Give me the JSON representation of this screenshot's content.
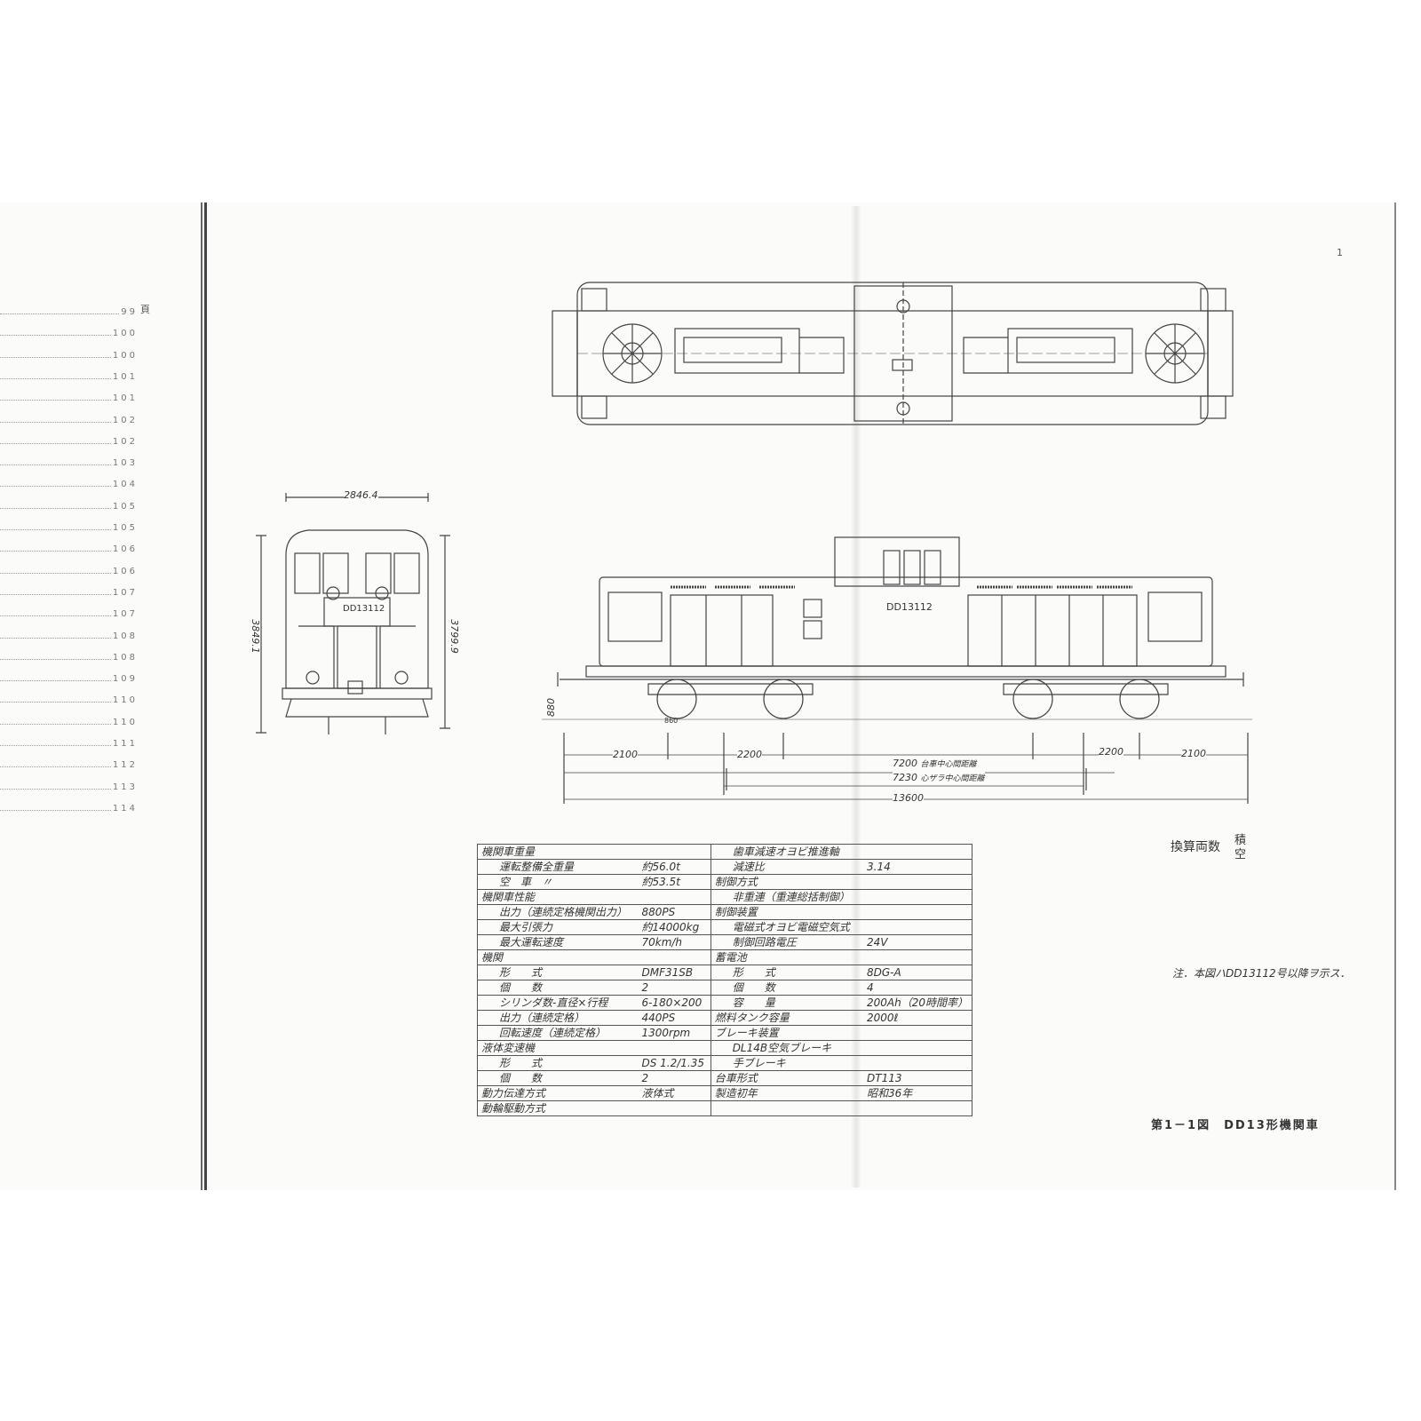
{
  "toc": {
    "unit": "頁",
    "pages": [
      "99",
      "100",
      "100",
      "101",
      "101",
      "102",
      "102",
      "103",
      "104",
      "105",
      "105",
      "106",
      "106",
      "107",
      "107",
      "108",
      "108",
      "109",
      "110",
      "110",
      "111",
      "112",
      "113",
      "114"
    ]
  },
  "page_number": "1",
  "drawing": {
    "front_width": "2846.4",
    "front_height_left": "3849.1",
    "front_height_right": "3799.9",
    "plate_number": "DD13112",
    "wheel_label": "860",
    "side": {
      "rail_height": "880",
      "d1": "2100",
      "d2": "2200",
      "d3": "2200",
      "d4": "2100",
      "bogie_center": "7200",
      "bogie_center_label": "台車中心間距離",
      "pivot_center": "7230",
      "pivot_center_label": "心ザラ中心間距離",
      "total": "13600"
    }
  },
  "spec_table": {
    "rows": [
      {
        "l_label": "機関車重量",
        "l_value": "",
        "l_indent": false,
        "r_label": "歯車減速オヨビ推進軸",
        "r_value": "",
        "r_indent": true
      },
      {
        "l_label": "運転整備全重量",
        "l_value": "約56.0t",
        "l_indent": true,
        "r_label": "減速比",
        "r_value": "3.14",
        "r_indent": true
      },
      {
        "l_label": "空　車　〃",
        "l_value": "約53.5t",
        "l_indent": true,
        "r_label": "制御方式",
        "r_value": "",
        "r_indent": false
      },
      {
        "l_label": "機関車性能",
        "l_value": "",
        "l_indent": false,
        "r_label": "非重連（重連総括制御）",
        "r_value": "",
        "r_indent": true
      },
      {
        "l_label": "出力（連続定格機関出力）",
        "l_value": "880PS",
        "l_indent": true,
        "r_label": "制御装置",
        "r_value": "",
        "r_indent": false
      },
      {
        "l_label": "最大引張力",
        "l_value": "約14000kg",
        "l_indent": true,
        "r_label": "電磁式オヨビ電磁空気式",
        "r_value": "",
        "r_indent": true
      },
      {
        "l_label": "最大運転速度",
        "l_value": "70km/h",
        "l_indent": true,
        "r_label": "制御回路電圧",
        "r_value": "24V",
        "r_indent": true
      },
      {
        "l_label": "機関",
        "l_value": "",
        "l_indent": false,
        "r_label": "蓄電池",
        "r_value": "",
        "r_indent": false
      },
      {
        "l_label": "形　　式",
        "l_value": "DMF31SB",
        "l_indent": true,
        "r_label": "形　　式",
        "r_value": "8DG-A",
        "r_indent": true
      },
      {
        "l_label": "個　　数",
        "l_value": "2",
        "l_indent": true,
        "r_label": "個　　数",
        "r_value": "4",
        "r_indent": true
      },
      {
        "l_label": "シリンダ数-直径×行程",
        "l_value": "6-180×200",
        "l_indent": true,
        "r_label": "容　　量",
        "r_value": "200Ah（20時間率）",
        "r_indent": true
      },
      {
        "l_label": "出力（連続定格）",
        "l_value": "440PS",
        "l_indent": true,
        "r_label": "燃料タンク容量",
        "r_value": "2000ℓ",
        "r_indent": false
      },
      {
        "l_label": "回転速度（連続定格）",
        "l_value": "1300rpm",
        "l_indent": true,
        "r_label": "ブレーキ装置",
        "r_value": "",
        "r_indent": false
      },
      {
        "l_label": "液体変速機",
        "l_value": "",
        "l_indent": false,
        "r_label": "DL14B空気ブレーキ",
        "r_value": "",
        "r_indent": true
      },
      {
        "l_label": "形　　式",
        "l_value": "DS 1.2/1.35",
        "l_indent": true,
        "r_label": "手ブレーキ",
        "r_value": "",
        "r_indent": true
      },
      {
        "l_label": "個　　数",
        "l_value": "2",
        "l_indent": true,
        "r_label": "台車形式",
        "r_value": "DT113",
        "r_indent": false
      },
      {
        "l_label": "動力伝達方式",
        "l_value": "液体式",
        "l_indent": false,
        "r_label": "製造初年",
        "r_value": "昭和36年",
        "r_indent": false
      },
      {
        "l_label": "動輪駆動方式",
        "l_value": "",
        "l_indent": false,
        "r_label": "",
        "r_value": "",
        "r_indent": false
      }
    ]
  },
  "conversion": {
    "label": "換算両数",
    "loaded": "積",
    "empty": "空"
  },
  "note": "注．本図ハDD13112号以降ヲ示ス．",
  "caption": "第1－1図　DD13形機関車"
}
